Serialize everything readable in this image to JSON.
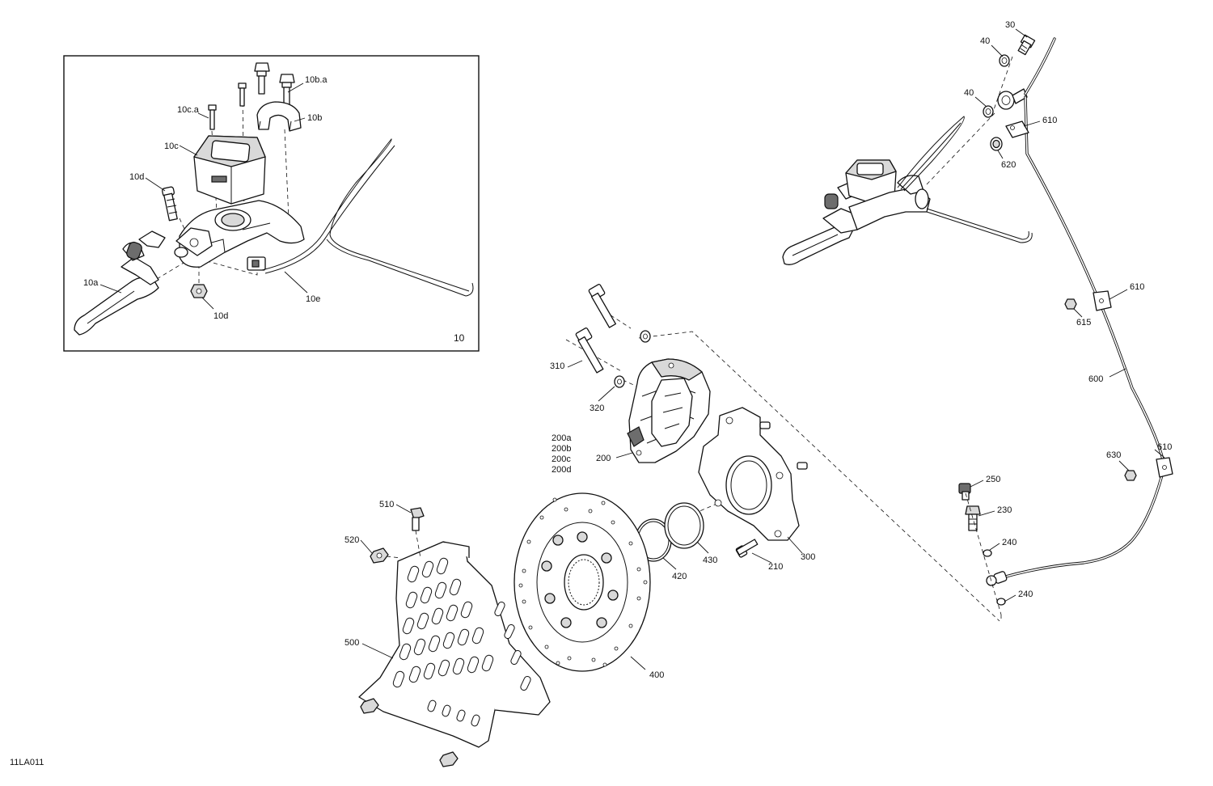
{
  "drawing_id": "11LA011",
  "inset": {
    "number": "10",
    "callouts": {
      "c10a": "10a",
      "c10b": "10b",
      "c10ba": "10b.a",
      "c10c": "10c",
      "c10ca": "10c.a",
      "c10d_top": "10d",
      "c10d_bottom": "10d",
      "c10e": "10e"
    }
  },
  "callouts": {
    "c30": "30",
    "c40_top": "40",
    "c40_mid": "40",
    "c610_top": "610",
    "c620": "620",
    "c610_mid": "610",
    "c615": "615",
    "c600": "600",
    "c630": "630",
    "c610_bottom": "610",
    "c250": "250",
    "c230": "230",
    "c240_top": "240",
    "c240_bottom": "240",
    "c310": "310",
    "c320": "320",
    "c200a": "200a",
    "c200b": "200b",
    "c200c": "200c",
    "c200d": "200d",
    "c200": "200",
    "c510": "510",
    "c520": "520",
    "c500": "500",
    "c400": "400",
    "c420": "420",
    "c430": "430",
    "c210": "210",
    "c300": "300"
  },
  "icons": {
    "lever": "brake-lever-icon",
    "reservoir": "master-cylinder-reservoir-icon",
    "caliper": "brake-caliper-icon",
    "disc": "brake-disc-icon",
    "guard": "disc-guard-icon",
    "hose": "brake-hose-icon"
  }
}
